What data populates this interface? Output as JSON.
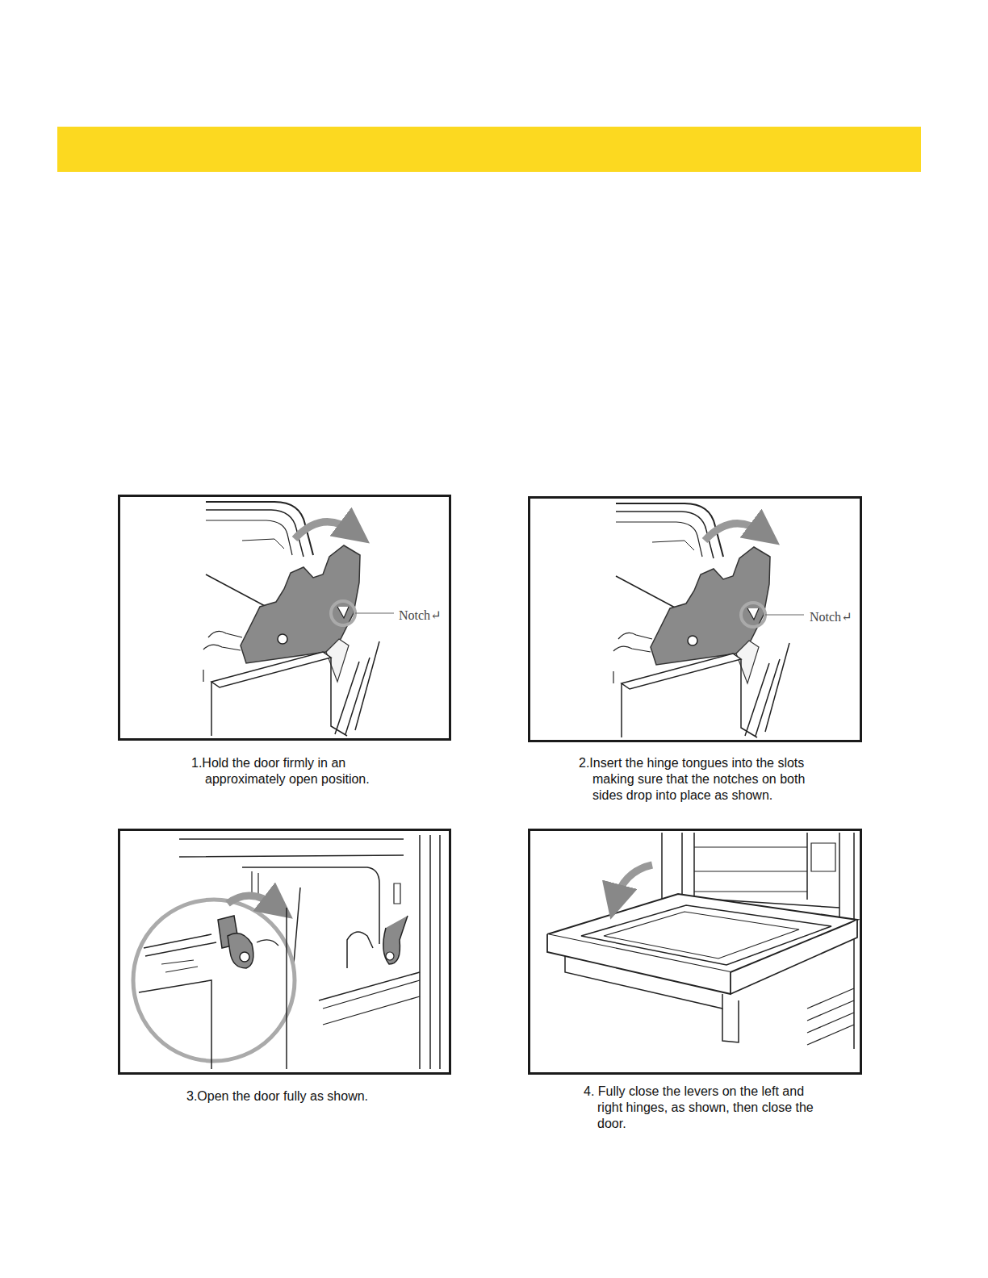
{
  "diagram": {
    "nodes": [
      {
        "text": [
          "Notch↵",
          "1.Hold the door firmly in an approximately open position."
        ]
      },
      {
        "text": [
          "Notch↵",
          "2.Insert the hinge tongues into the slots making sure that the notches on both sides drop into place as shown."
        ]
      },
      {
        "text": [
          "3.Open the door fully as shown."
        ]
      },
      {
        "text": [
          "4. Fully close the levers on the left and right hinges, as shown, then close the door."
        ]
      }
    ]
  }
}
